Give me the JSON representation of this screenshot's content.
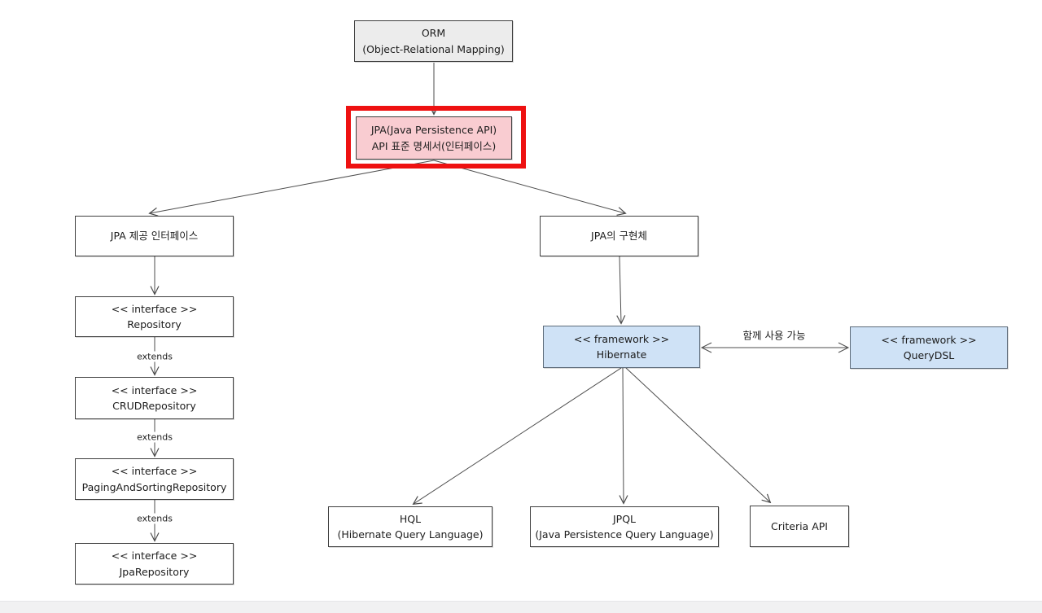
{
  "diagram": {
    "nodes": {
      "orm": {
        "line1": "ORM",
        "line2": "(Object-Relational Mapping)"
      },
      "jpa": {
        "line1": "JPA(Java Persistence API)",
        "line2": "API 표준 명세서(인터페이스)"
      },
      "jpa_interfaces": {
        "line1": "JPA 제공 인터페이스"
      },
      "repository": {
        "line1": "<< interface >>",
        "line2": "Repository"
      },
      "crud_repository": {
        "line1": "<< interface >>",
        "line2": "CRUDRepository"
      },
      "paging_repository": {
        "line1": "<< interface >>",
        "line2": "PagingAndSortingRepository"
      },
      "jpa_repository": {
        "line1": "<< interface >>",
        "line2": "JpaRepository"
      },
      "jpa_impl": {
        "line1": "JPA의 구현체"
      },
      "hibernate": {
        "line1": "<< framework >>",
        "line2": "Hibernate"
      },
      "querydsl": {
        "line1": "<< framework >>",
        "line2": "QueryDSL"
      },
      "hql": {
        "line1": "HQL",
        "line2": "(Hibernate Query Language)"
      },
      "jpql": {
        "line1": "JPQL",
        "line2": "(Java Persistence Query Language)"
      },
      "criteria_api": {
        "line1": "Criteria API"
      }
    },
    "edge_labels": {
      "extends1": "extends",
      "extends2": "extends",
      "extends3": "extends",
      "together": "함께 사용 가능"
    },
    "colors": {
      "node_gray": "#ececec",
      "node_pink": "#f9ccd1",
      "node_blue": "#cfe2f6",
      "highlight_red": "#ee1111",
      "line": "#4d4d4d",
      "background": "#ffffff"
    }
  }
}
